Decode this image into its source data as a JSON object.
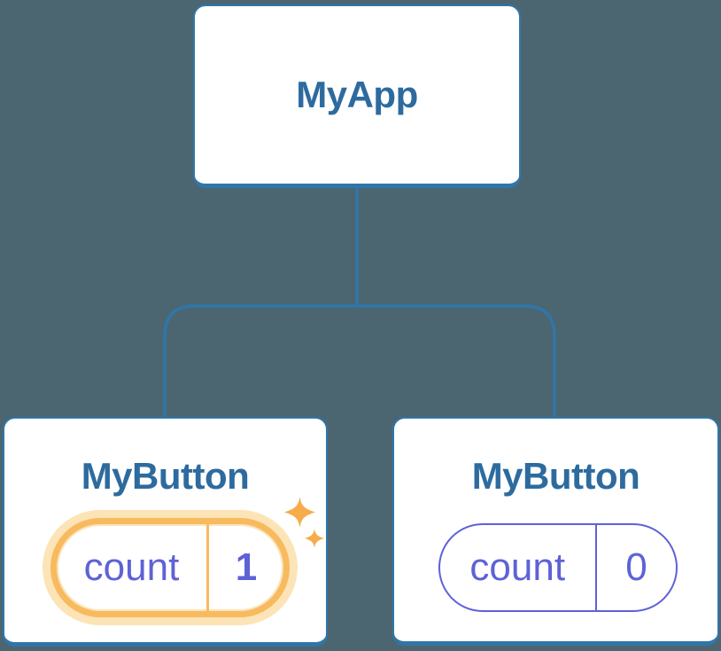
{
  "theme": {
    "background": "#4C6671",
    "node_border": "#2F76A9",
    "node_fill": "#FFFFFF",
    "heading": "#2D6B9F",
    "state_indigo": "#5E62D6",
    "highlight_orange": "#F8BA5F",
    "highlight_glow": "#FCE4B7",
    "sparkle_orange": "#F6AC4B"
  },
  "tree": {
    "root": {
      "label": "MyApp"
    },
    "children": [
      {
        "label": "MyButton",
        "state_key": "count",
        "state_value": "1",
        "highlighted": true
      },
      {
        "label": "MyButton",
        "state_key": "count",
        "state_value": "0",
        "highlighted": false
      }
    ]
  }
}
